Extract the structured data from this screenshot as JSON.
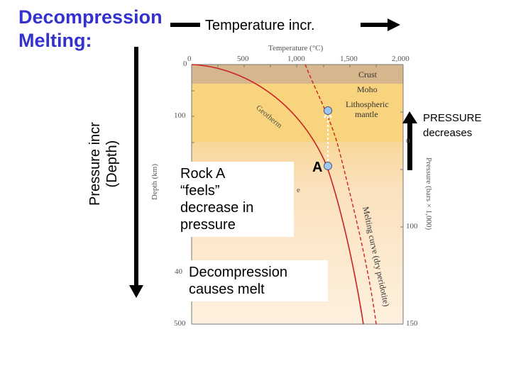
{
  "title": {
    "line1": "Decompression",
    "line2": "Melting:"
  },
  "temperature_arrow_label": "Temperature incr.",
  "pressure_arrow_label": {
    "line1": "Pressure incr",
    "line2": "(Depth)"
  },
  "pressure_decreases": {
    "line1": "PRESSURE",
    "line2": "decreases"
  },
  "chart": {
    "x_axis_title": "Temperature (°C)",
    "x_ticks": [
      "0",
      "500",
      "1,000",
      "1,500",
      "2,000"
    ],
    "left_axis_title": "Depth (km)",
    "left_ticks": [
      "0",
      "100",
      "40",
      "500"
    ],
    "right_axis_title": "Pressure (bars × 1,000)",
    "right_ticks": [
      "0",
      "100",
      "150"
    ],
    "layers": [
      "Crust",
      "Moho",
      "Lithospheric",
      "mantle"
    ],
    "geotherm_label": "Geotherm",
    "melting_curve_label": "Melting curve (dry peridotite)",
    "point_label": "A",
    "fragment": "e",
    "colors": {
      "crust": "#d6b68c",
      "lithosphere": "#f8d47e",
      "asthenosphere_top": "#fbdfb4",
      "asthenosphere_bottom": "#fdf1df",
      "curve": "#cc2222",
      "point": "#9cc8f0"
    }
  },
  "callouts": {
    "rock_a": [
      "Rock A",
      "“feels”",
      "decrease in",
      "pressure"
    ],
    "melt": [
      "Decompression",
      "causes melt"
    ]
  }
}
